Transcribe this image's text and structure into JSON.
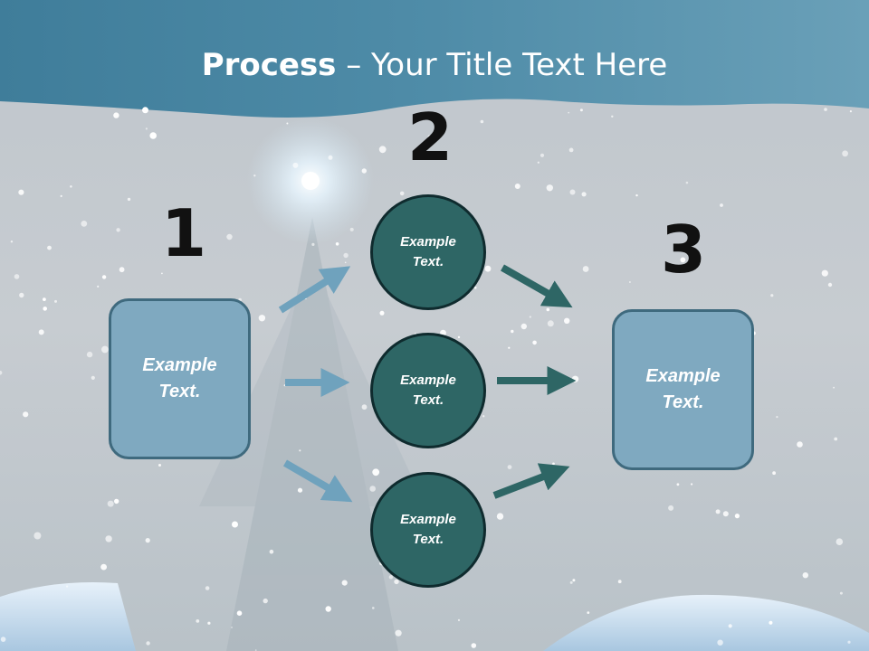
{
  "slide": {
    "title_bold": "Process",
    "title_rest": " – Your Title Text Here"
  },
  "steps": [
    {
      "number": "1",
      "text": "Example\nText."
    },
    {
      "number": "2",
      "items": [
        "Example\nText.",
        "Example\nText.",
        "Example\nText."
      ]
    },
    {
      "number": "3",
      "text": "Example\nText."
    }
  ],
  "colors": {
    "header_band": "#4e8aa5",
    "box_fill": "#7fa9c0",
    "circle_fill": "#2e6665",
    "light_arrow": "#6fa2bd",
    "dark_arrow": "#2e6665"
  }
}
